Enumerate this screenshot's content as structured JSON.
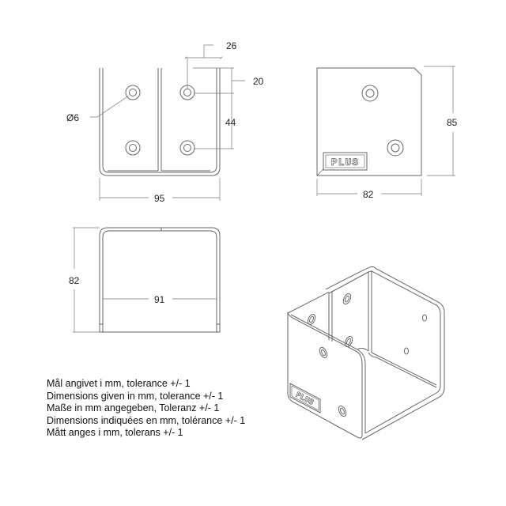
{
  "drawing": {
    "front_view": {
      "hole_diameter_label": "Ø6",
      "hole_spacing_horizontal": "26",
      "hole_offset_top": "20",
      "hole_spacing_vertical": "44",
      "overall_width": "95"
    },
    "side_view": {
      "width": "82",
      "height": "85",
      "logo_text": "PLUS"
    },
    "top_view": {
      "height": "82",
      "inner_width": "91"
    },
    "isometric_view": {
      "logo_text": "PLUS"
    },
    "notes": [
      "Mål angivet i mm, tolerance +/- 1",
      "Dimensions given in mm, tolerance +/- 1",
      "Maße in mm angegeben, Toleranz +/- 1",
      "Dimensions indiquées en mm, tolérance +/- 1",
      "Mått anges i mm, tolerans +/- 1"
    ]
  }
}
